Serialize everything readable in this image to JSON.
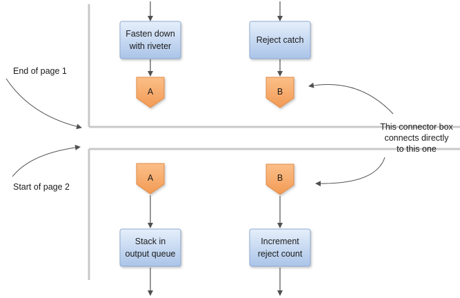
{
  "page1": {
    "end_label": "End of page 1",
    "processes": [
      {
        "line1": "Fasten down",
        "line2": "with riveter"
      },
      {
        "line1": "Reject catch",
        "line2": ""
      }
    ],
    "connectors": [
      "A",
      "B"
    ]
  },
  "page2": {
    "start_label": "Start of page 2",
    "processes": [
      {
        "line1": "Stack in",
        "line2": "output queue"
      },
      {
        "line1": "Increment",
        "line2": "reject count"
      }
    ],
    "connectors": [
      "A",
      "B"
    ]
  },
  "note": {
    "line1": "This connector box",
    "line2": "connects directly",
    "line3": "to this one"
  },
  "colors": {
    "process_fill_top": "#e6effb",
    "process_fill_bottom": "#aac4e8",
    "process_stroke": "#8eaad2",
    "connector_fill_top": "#fbbf88",
    "connector_fill_bottom": "#f29a55",
    "connector_stroke": "#e08a45",
    "page_line": "#c8c8c8",
    "arrow": "#505050"
  }
}
